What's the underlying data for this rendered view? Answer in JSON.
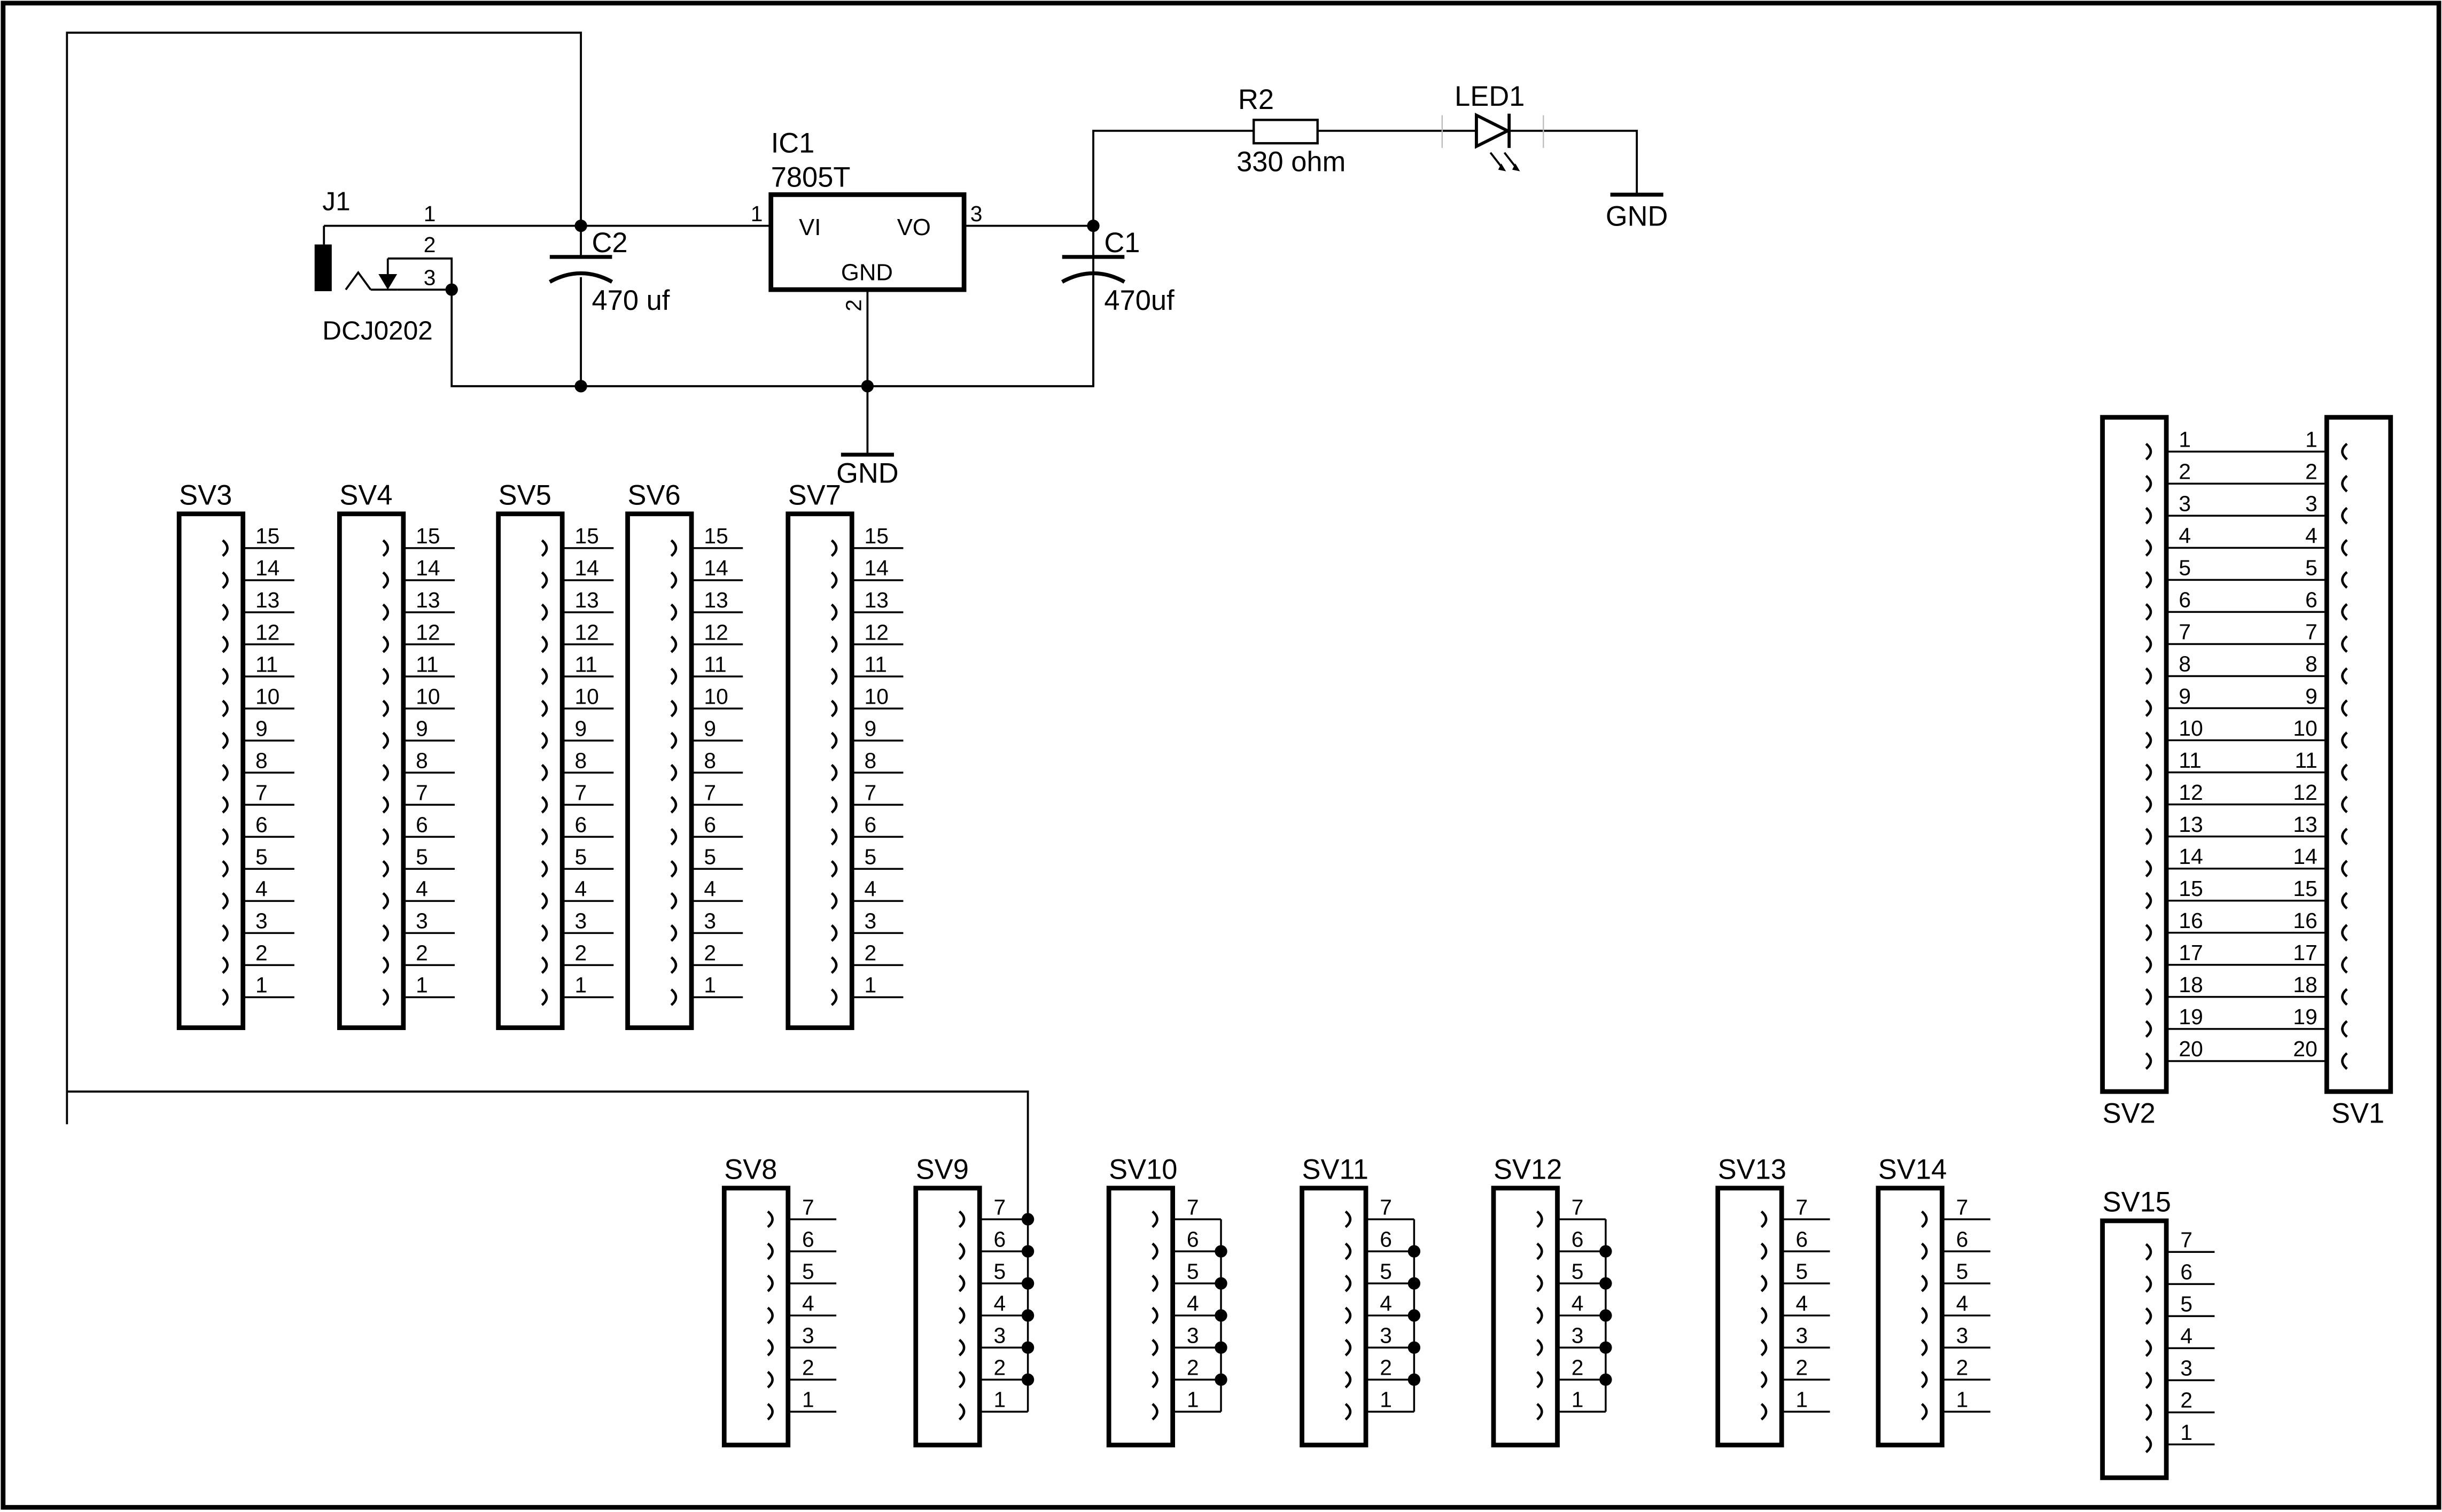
{
  "meta": {
    "description_free": true
  },
  "J1": {
    "name": "J1",
    "value": "DCJ0202",
    "pins": [
      "1",
      "2",
      "3"
    ]
  },
  "C2": {
    "name": "C2",
    "value": "470 uf"
  },
  "C1": {
    "name": "C1",
    "value": "470uf"
  },
  "IC1": {
    "name": "IC1",
    "value": "7805T",
    "vi": "VI",
    "vo": "VO",
    "gnd": "GND",
    "pin_in": "1",
    "pin_out": "3",
    "pin_gnd": "2"
  },
  "R2": {
    "name": "R2",
    "value": "330 ohm"
  },
  "LED1": {
    "name": "LED1"
  },
  "gnd_labels": {
    "regulator": "GND",
    "led": "GND"
  },
  "headers15": [
    "SV3",
    "SV4",
    "SV5",
    "SV6",
    "SV7"
  ],
  "pins15": [
    "15",
    "14",
    "13",
    "12",
    "11",
    "10",
    "9",
    "8",
    "7",
    "6",
    "5",
    "4",
    "3",
    "2",
    "1"
  ],
  "headers20": [
    "SV2",
    "SV1"
  ],
  "pins20": [
    "1",
    "2",
    "3",
    "4",
    "5",
    "6",
    "7",
    "8",
    "9",
    "10",
    "11",
    "12",
    "13",
    "14",
    "15",
    "16",
    "17",
    "18",
    "19",
    "20"
  ],
  "headers7": [
    "SV8",
    "SV9",
    "SV10",
    "SV11",
    "SV12",
    "SV13",
    "SV14",
    "SV15"
  ],
  "pins7": [
    "7",
    "6",
    "5",
    "4",
    "3",
    "2",
    "1"
  ]
}
